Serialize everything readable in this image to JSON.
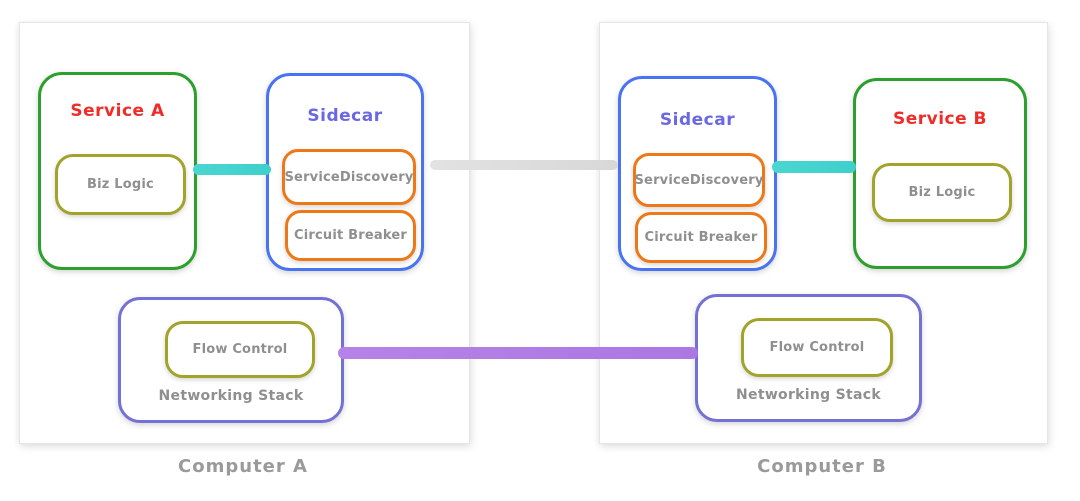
{
  "diagram": {
    "background": "#ffffff",
    "colors": {
      "service_border": "#2d9f2d",
      "sidecar_border": "#4a73f2",
      "module_border": "#ee7818",
      "inner_module_border": "#a2a32b",
      "network_border": "#7471d4",
      "service_title_text": "#ef2d28",
      "sidecar_title_text": "#6a68e2",
      "muted_text": "#8f8f8f",
      "computer_label_text": "#9a9a9a",
      "link_local": "#46d4d0",
      "link_remote": "#dcdcdc",
      "link_network": "#b07ee6"
    }
  },
  "computers": [
    {
      "label": "Computer A",
      "service": {
        "title": "Service A",
        "module": "Biz Logic"
      },
      "sidecar": {
        "title": "Sidecar",
        "modules": [
          "ServiceDiscovery",
          "Circuit Breaker"
        ]
      },
      "networking": {
        "title": "Networking Stack",
        "module": "Flow Control"
      }
    },
    {
      "label": "Computer B",
      "service": {
        "title": "Service B",
        "module": "Biz Logic"
      },
      "sidecar": {
        "title": "Sidecar",
        "modules": [
          "ServiceDiscovery",
          "Circuit Breaker"
        ]
      },
      "networking": {
        "title": "Networking Stack",
        "module": "Flow Control"
      }
    }
  ],
  "connectors": [
    {
      "name": "service-a-to-sidecar-a",
      "color": "#46d4d0"
    },
    {
      "name": "sidecar-a-to-sidecar-b",
      "color": "#dcdcdc"
    },
    {
      "name": "sidecar-b-to-service-b",
      "color": "#46d4d0"
    },
    {
      "name": "network-a-to-network-b",
      "color": "#b07ee6"
    }
  ]
}
